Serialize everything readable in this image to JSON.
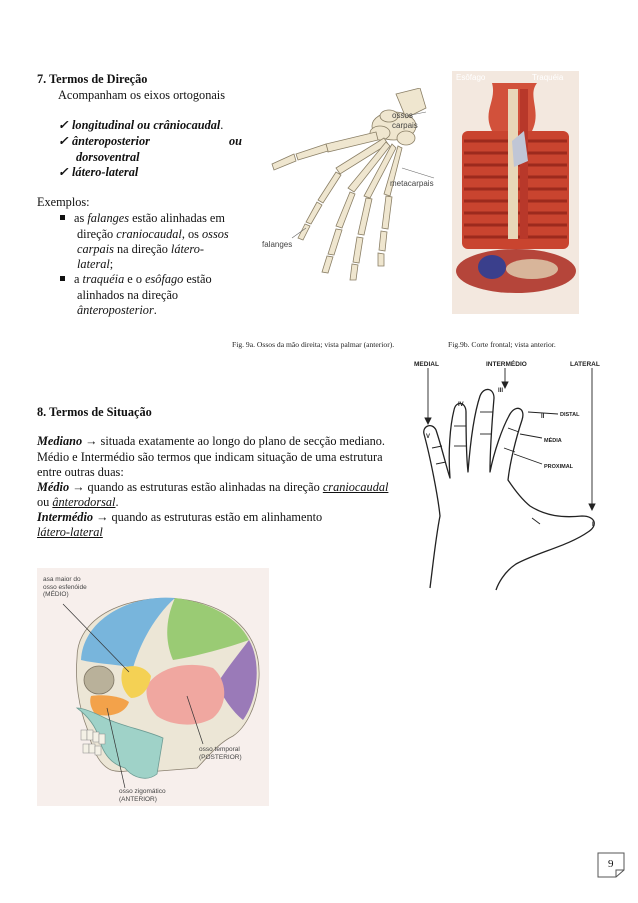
{
  "section7": {
    "title": "7. Termos de Direção",
    "intro": "Acompanham os eixos ortogonais",
    "checks": [
      "longitudinal ou crâniocaudal",
      "ânteroposterior",
      "ou",
      "dorsoventral",
      "látero-lateral"
    ],
    "examples_label": "Exemplos:",
    "ex1": {
      "a": "as ",
      "b": "falanges",
      "c": " estão alinhadas em",
      "d": "direção ",
      "e": "craniocaudal",
      "f": ",  os ",
      "g": "ossos",
      "h": "carpais",
      "i": " na direção ",
      "j": "látero-",
      "k": "lateral",
      "l": ";"
    },
    "ex2": {
      "a": "a ",
      "b": "traquéia",
      "c": " e o ",
      "d": "esôfago",
      "e": " estão",
      "f": "alinhados na direção",
      "g": "ânteroposterior",
      "h": "."
    }
  },
  "figure9": {
    "hand_labels": {
      "carpais1": "ossos",
      "carpais2": "carpais",
      "metacarpais": "metacarpais",
      "falanges": "falanges"
    },
    "trachea_labels": {
      "esofago": "Esôfago",
      "traqueia": "Traquéia"
    },
    "caption_a": "Fig. 9a. Ossos da mão direita; vista palmar (anterior).",
    "caption_b": "Fig.9b. Corte frontal; vista anterior."
  },
  "section8": {
    "title": "8. Termos de Situação",
    "mediano_term": "Mediano",
    "mediano_text": " situada exatamente ao longo do plano de secção mediano.",
    "line2": "Médio e Intermédio são termos que indicam situação de uma estrutura",
    "line3": "entre outras duas:",
    "medio_term": "Médio",
    "medio_text": " quando as estruturas estão alinhadas na direção ",
    "medio_link": "craniocaudal",
    "line5_a": "ou ",
    "line5_link": "ânterodorsal",
    "line5_b": ".",
    "intermedio_term": "Intermédio",
    "intermedio_text": " quando as estruturas estão em alinhamento",
    "line7_link": "látero-lateral",
    "arrow": "→"
  },
  "hand_diagram": {
    "medial": "MEDIAL",
    "intermedio": "INTERMÉDIO",
    "lateral": "LATERAL",
    "distal": "DISTAL",
    "media": "MÉDIA",
    "proximal": "PROXIMAL",
    "fingers": [
      "V",
      "IV",
      "III",
      "II",
      "I"
    ]
  },
  "skull": {
    "label1": [
      "asa maior do",
      "osso esfenóide",
      "(MÉDIO)"
    ],
    "label2": [
      "osso temporal",
      "(POSTERIOR)"
    ],
    "label3": [
      "osso zigomático",
      "(ANTERIOR)"
    ]
  },
  "page_number": "9"
}
